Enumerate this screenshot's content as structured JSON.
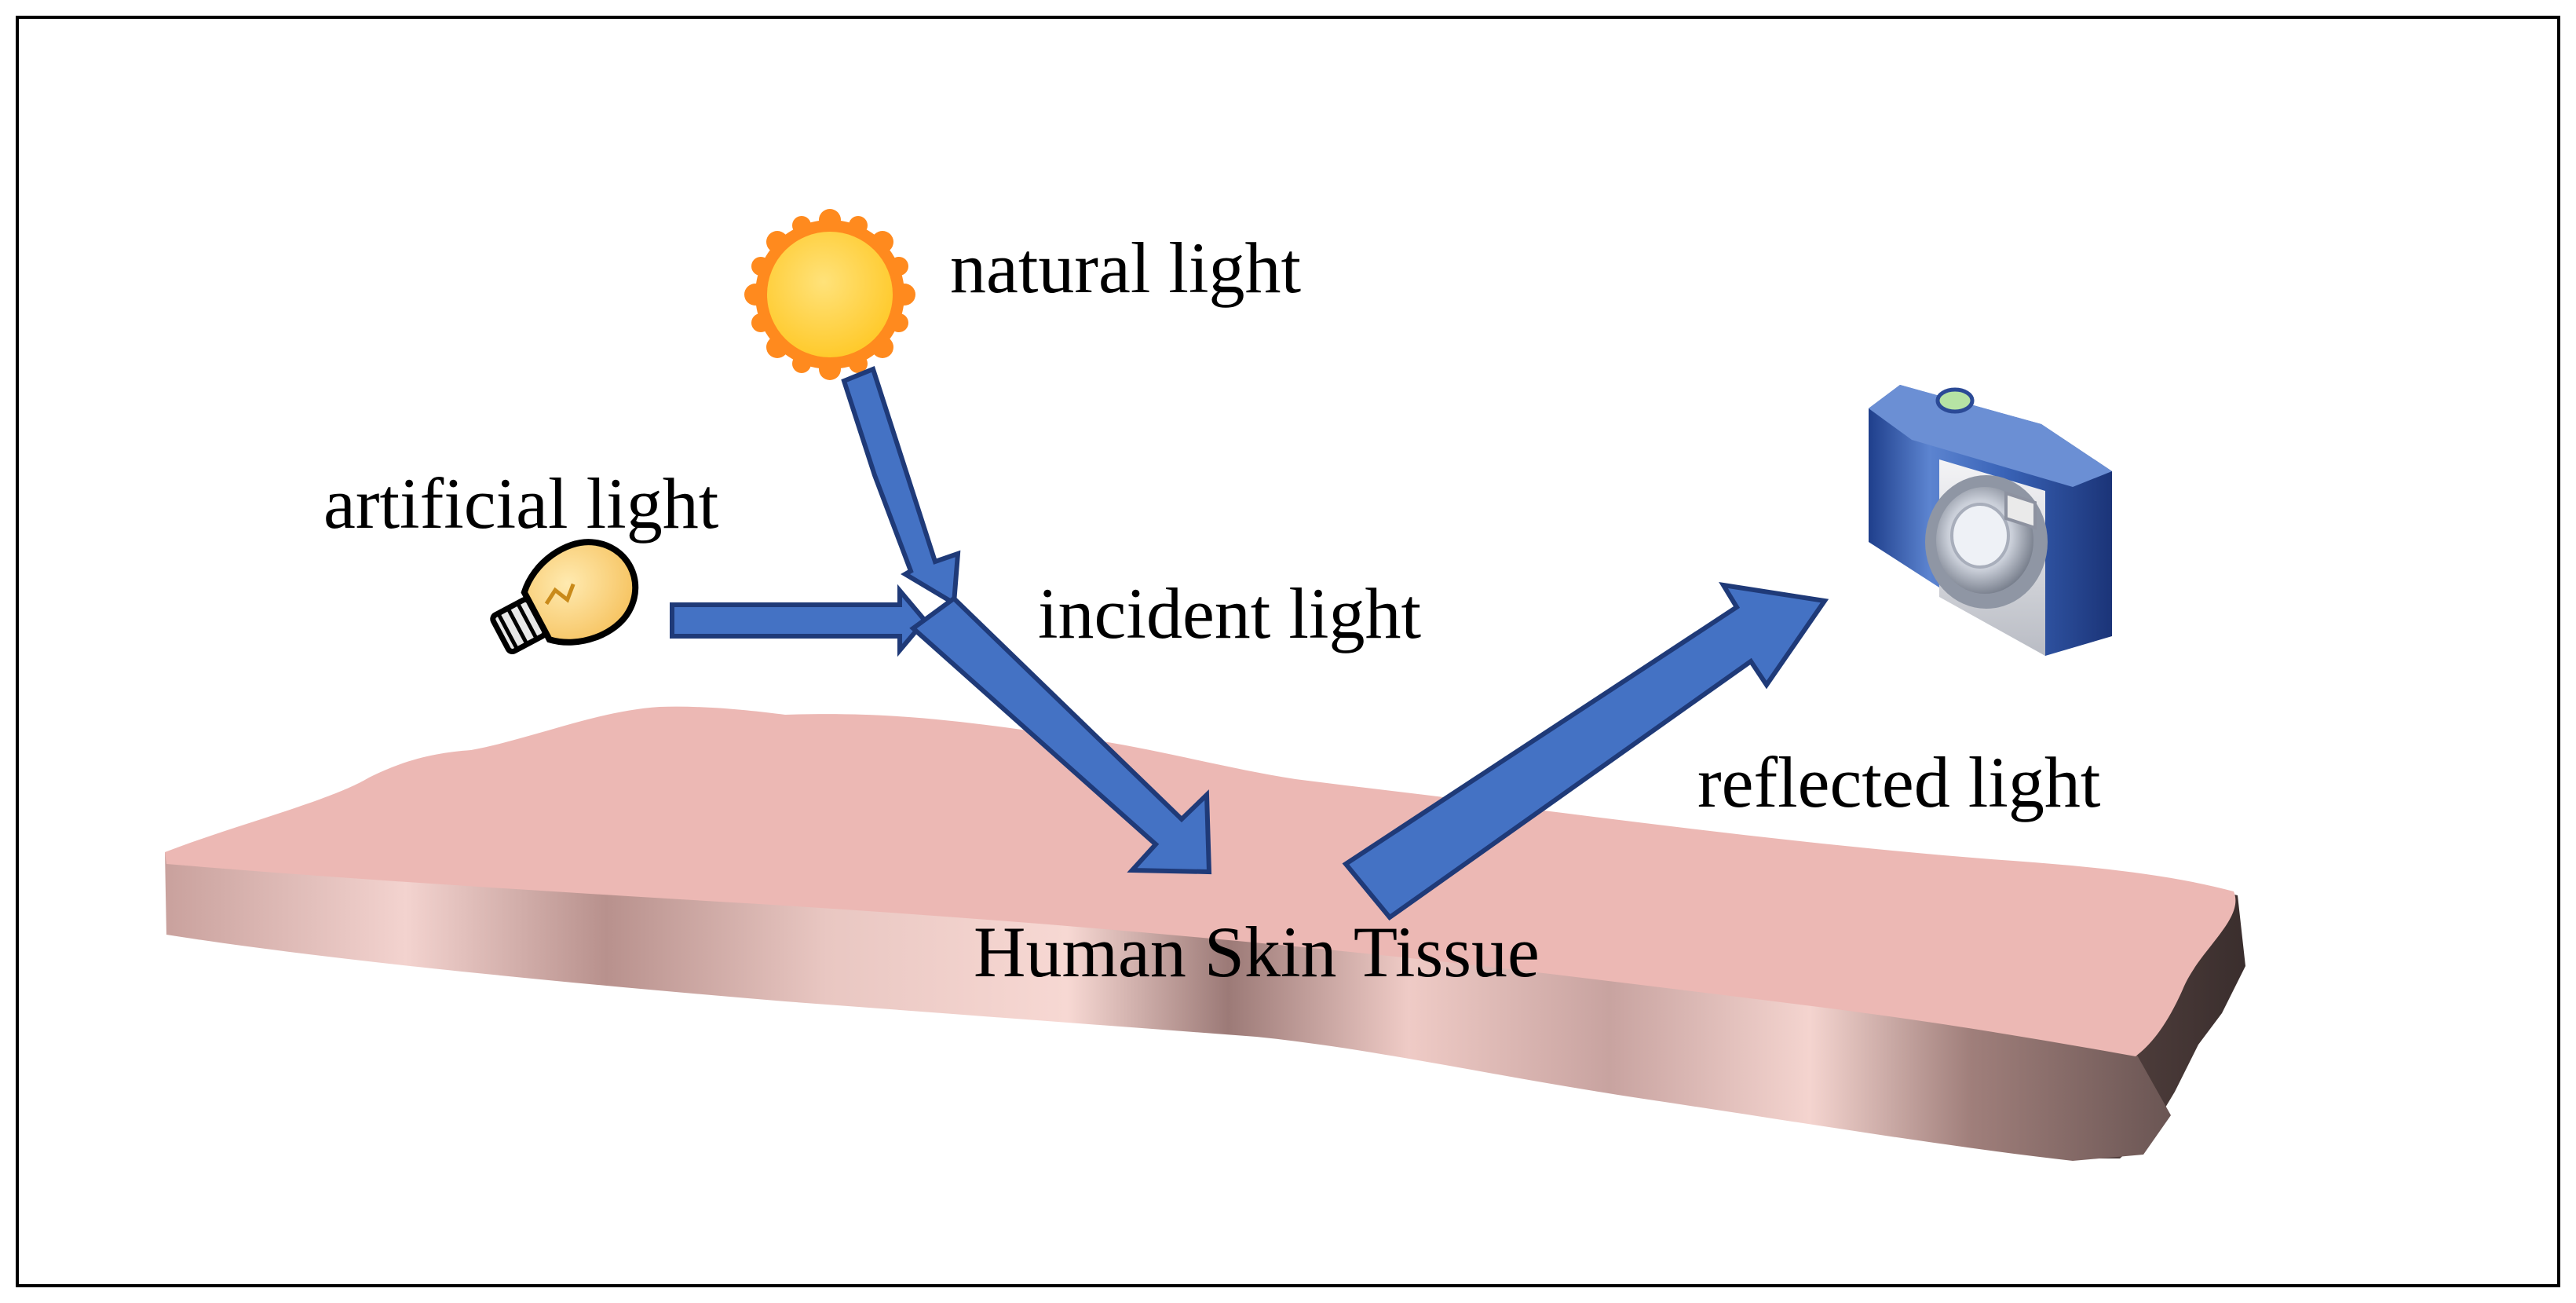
{
  "labels": {
    "natural_light": "natural light",
    "artificial_light": "artificial light",
    "incident_light": "incident light",
    "reflected_light": "reflected light",
    "skin_tissue": "Human Skin Tissue"
  },
  "icons": {
    "sun": "sun-icon",
    "bulb": "light-bulb-icon",
    "camera": "camera-icon"
  },
  "colors": {
    "arrow_fill": "#4472c4",
    "arrow_stroke": "#1f3a78",
    "skin_top": "#ecb8b4",
    "sun_core": "#ffd23f",
    "sun_ray": "#ff8a1e",
    "bulb": "#fdd57e",
    "camera_body": "#3a64b8",
    "camera_top": "#6b8fd4"
  }
}
